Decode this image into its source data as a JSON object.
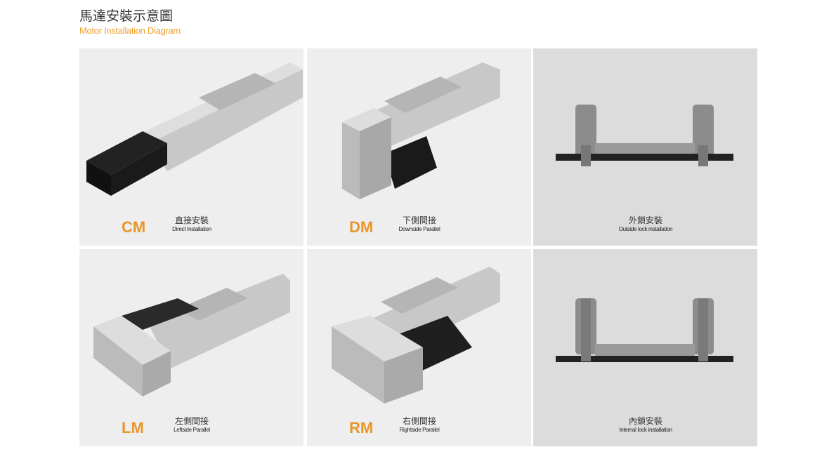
{
  "header": {
    "title": "馬達安裝示意圖",
    "subtitle": "Motor Installation Diagram"
  },
  "panels": [
    {
      "code": "CM",
      "zh": "直接安裝",
      "en": "Direct Installation"
    },
    {
      "code": "DM",
      "zh": "下側間接",
      "en": "Downside Parallel"
    },
    {
      "zh": "外鎖安裝",
      "en": "Outside lock installation"
    },
    {
      "code": "LM",
      "zh": "左側間接",
      "en": "Leftside Parallel"
    },
    {
      "code": "RM",
      "zh": "右側間接",
      "en": "Rightside Parallel"
    },
    {
      "zh": "內鎖安裝",
      "en": "Internal lock installation"
    }
  ]
}
